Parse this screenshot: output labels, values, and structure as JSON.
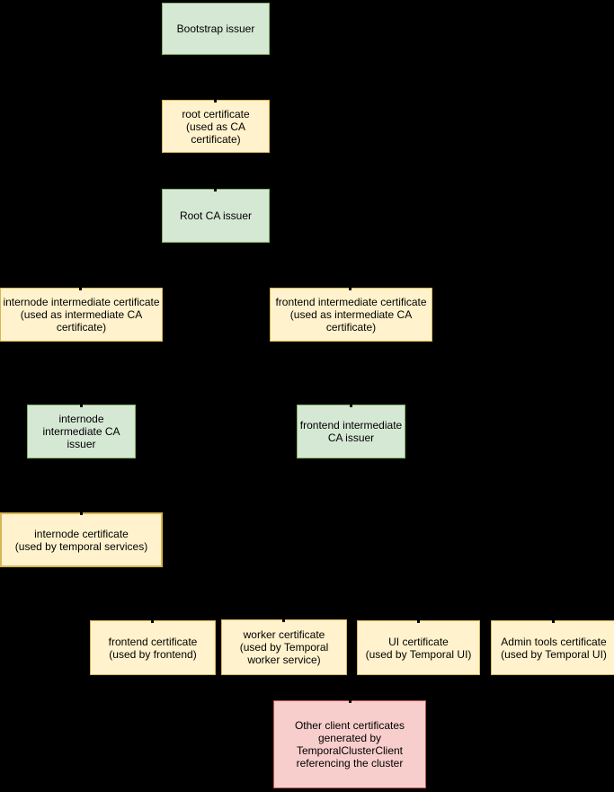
{
  "diagram": {
    "description": "Certificate hierarchy flowchart on black background",
    "colors": {
      "background": "#000000",
      "issuer_fill": "#d5e8d4",
      "issuer_border": "#82b366",
      "certificate_fill": "#fff2cc",
      "certificate_border": "#d6b656",
      "client_fill": "#f8cecc",
      "client_border": "#b85450",
      "text": "#000000"
    },
    "nodes": {
      "bootstrap": {
        "kind": "issuer",
        "label": "Bootstrap issuer"
      },
      "root_cert": {
        "kind": "certificate",
        "label": "root certificate\n(used as CA\ncertificate)"
      },
      "root_ca_issuer": {
        "kind": "issuer",
        "label": "Root CA issuer"
      },
      "internode_int_cert": {
        "kind": "certificate",
        "label": "internode intermediate certificate\n(used as intermediate CA\ncertificate)"
      },
      "frontend_int_cert": {
        "kind": "certificate",
        "label": "frontend intermediate certificate\n(used as intermediate CA\ncertificate)"
      },
      "internode_int_issuer": {
        "kind": "issuer",
        "label": "internode\nintermediate CA\nissuer"
      },
      "frontend_int_issuer": {
        "kind": "issuer",
        "label": "frontend intermediate\nCA issuer"
      },
      "internode_cert": {
        "kind": "certificate",
        "label": "internode certificate\n(used by temporal services)"
      },
      "frontend_cert": {
        "kind": "certificate",
        "label": "frontend certificate\n(used by frontend)"
      },
      "worker_cert": {
        "kind": "certificate",
        "label": "worker certificate\n(used by Temporal\nworker service)"
      },
      "ui_cert": {
        "kind": "certificate",
        "label": "UI certificate\n(used by Temporal UI)"
      },
      "admin_cert": {
        "kind": "certificate",
        "label": "Admin tools certificate\n(used by Temporal UI)"
      },
      "other_client": {
        "kind": "client-certificates",
        "label": "Other client certificates\ngenerated by\nTemporalClusterClient\nreferencing the cluster"
      }
    }
  }
}
